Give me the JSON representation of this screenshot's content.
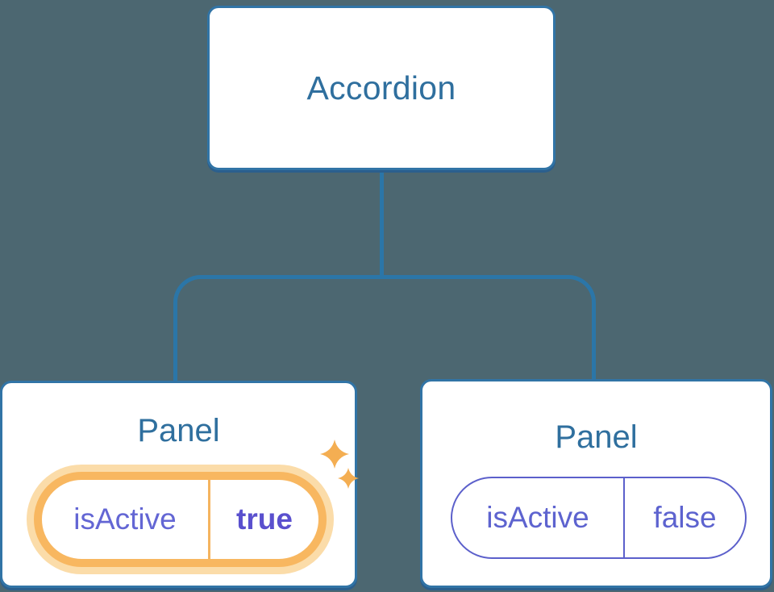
{
  "diagram": {
    "root": {
      "label": "Accordion"
    },
    "panels": [
      {
        "label": "Panel",
        "state_name": "isActive",
        "state_value": "true",
        "highlighted": true
      },
      {
        "label": "Panel",
        "state_name": "isActive",
        "state_value": "false",
        "highlighted": false
      }
    ],
    "colors": {
      "background": "#4C6771",
      "node_border": "#3174A6",
      "node_fill": "#FFFFFF",
      "title_text": "#2F6F9E",
      "connector": "#2B76A8",
      "state_text": "#6366D4",
      "state_value_active": "#5A50CE",
      "pill_border_inactive": "#5C60CB",
      "highlight_ring": "#F8B760",
      "highlight_glow": "#FBDCA9",
      "sparkle": "#F4AE52"
    }
  }
}
